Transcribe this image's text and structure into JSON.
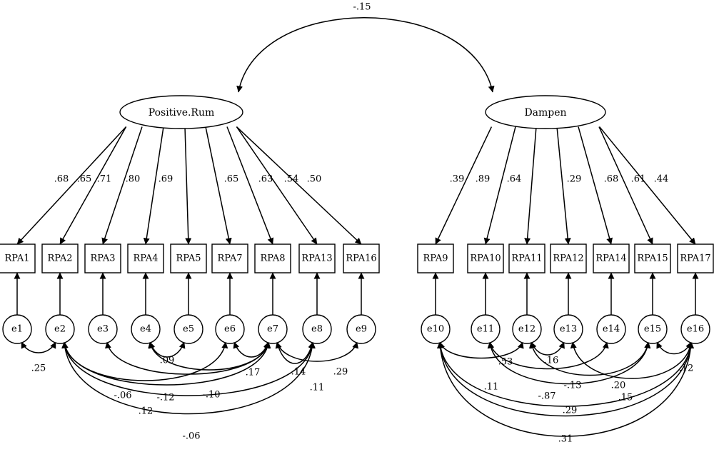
{
  "latents": [
    {
      "id": "pos",
      "label": "Positive.Rum"
    },
    {
      "id": "damp",
      "label": "Dampen"
    }
  ],
  "latent_covariance": {
    "from": "pos",
    "to": "damp",
    "label": "-.15"
  },
  "observed": [
    {
      "id": "RPA1",
      "label": "RPA1",
      "factor": "pos",
      "loading": ".68",
      "error": "e1"
    },
    {
      "id": "RPA2",
      "label": "RPA2",
      "factor": "pos",
      "loading": ".65",
      "error": "e2"
    },
    {
      "id": "RPA3",
      "label": "RPA3",
      "factor": "pos",
      "loading": ".71",
      "error": "e3"
    },
    {
      "id": "RPA4",
      "label": "RPA4",
      "factor": "pos",
      "loading": ".80",
      "error": "e4"
    },
    {
      "id": "RPA5",
      "label": "RPA5",
      "factor": "pos",
      "loading": ".69",
      "error": "e5"
    },
    {
      "id": "RPA7",
      "label": "RPA7",
      "factor": "pos",
      "loading": ".65",
      "error": "e6"
    },
    {
      "id": "RPA8",
      "label": "RPA8",
      "factor": "pos",
      "loading": ".63",
      "error": "e7"
    },
    {
      "id": "RPA13",
      "label": "RPA13",
      "factor": "pos",
      "loading": ".54",
      "error": "e8"
    },
    {
      "id": "RPA16",
      "label": "RPA16",
      "factor": "pos",
      "loading": ".50",
      "error": "e9"
    },
    {
      "id": "RPA9",
      "label": "RPA9",
      "factor": "damp",
      "loading": ".39",
      "error": "e10"
    },
    {
      "id": "RPA10",
      "label": "RPA10",
      "factor": "damp",
      "loading": ".89",
      "error": "e11"
    },
    {
      "id": "RPA11",
      "label": "RPA11",
      "factor": "damp",
      "loading": ".64",
      "error": "e12"
    },
    {
      "id": "RPA12",
      "label": "RPA12",
      "factor": "damp",
      "loading": ".29",
      "error": "e13"
    },
    {
      "id": "RPA14",
      "label": "RPA14",
      "factor": "damp",
      "loading": ".68",
      "error": "e14"
    },
    {
      "id": "RPA15",
      "label": "RPA15",
      "factor": "damp",
      "loading": ".61",
      "error": "e15"
    },
    {
      "id": "RPA17",
      "label": "RPA17",
      "factor": "damp",
      "loading": ".44",
      "error": "e16"
    }
  ],
  "error_covariances": [
    {
      "from": "e1",
      "to": "e2",
      "label": ".25"
    },
    {
      "from": "e2",
      "to": "e6",
      "label": "-.06"
    },
    {
      "from": "e2",
      "to": "e7",
      "label": "-.12"
    },
    {
      "from": "e2",
      "to": "e8",
      "label": ".12"
    },
    {
      "from": "e3",
      "to": "e7",
      "label": "-.10"
    },
    {
      "from": "e4",
      "to": "e5",
      "label": ".09"
    },
    {
      "from": "e4",
      "to": "e7",
      "label": ".17"
    },
    {
      "from": "e6",
      "to": "e7",
      "label": ".14"
    },
    {
      "from": "e7",
      "to": "e9",
      "label": ".29"
    },
    {
      "from": "e7",
      "to": "e8",
      "label": ".11"
    },
    {
      "from": "e2",
      "to": "e8",
      "label": "-.06"
    },
    {
      "from": "e10",
      "to": "e12",
      "label": ".53"
    },
    {
      "from": "e10",
      "to": "e16",
      "label": ".11"
    },
    {
      "from": "e11",
      "to": "e14",
      "label": "-.13"
    },
    {
      "from": "e11",
      "to": "e15",
      "label": "-.87"
    },
    {
      "from": "e12",
      "to": "e13",
      "label": ".16"
    },
    {
      "from": "e12",
      "to": "e15",
      "label": ".20"
    },
    {
      "from": "e13",
      "to": "e16",
      "label": ".15"
    },
    {
      "from": "e15",
      "to": "e16",
      "label": ".12"
    },
    {
      "from": "e10",
      "to": "e16",
      "label": ".29"
    },
    {
      "from": "e10",
      "to": "e16",
      "label": ".31"
    }
  ]
}
